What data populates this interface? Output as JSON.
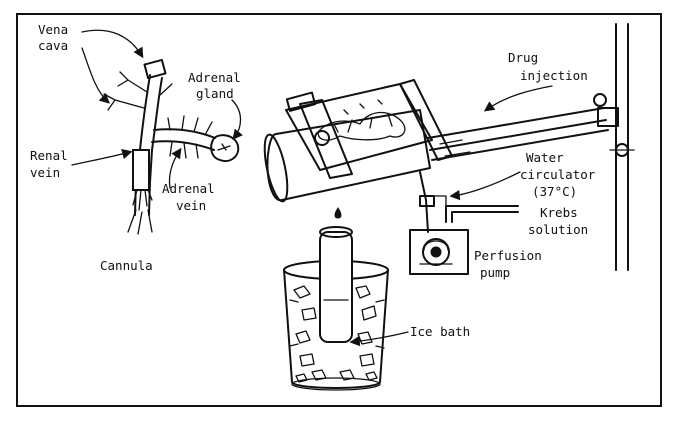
{
  "labels": {
    "vena_cava_1": "Vena",
    "vena_cava_2": "cava",
    "adrenal_gland_1": "Adrenal",
    "adrenal_gland_2": "gland",
    "renal_vein_1": "Renal",
    "renal_vein_2": "vein",
    "adrenal_vein_1": "Adrenal",
    "adrenal_vein_2": "vein",
    "cannula": "Cannula",
    "drug_injection_1": "Drug",
    "drug_injection_2": "injection",
    "water_circulator_1": "Water",
    "water_circulator_2": "circulator",
    "water_circulator_3": "(37°C)",
    "krebs_solution_1": "Krebs",
    "krebs_solution_2": "solution",
    "perfusion_pump_1": "Perfusion",
    "perfusion_pump_2": "pump",
    "ice_bath": "Ice bath"
  }
}
